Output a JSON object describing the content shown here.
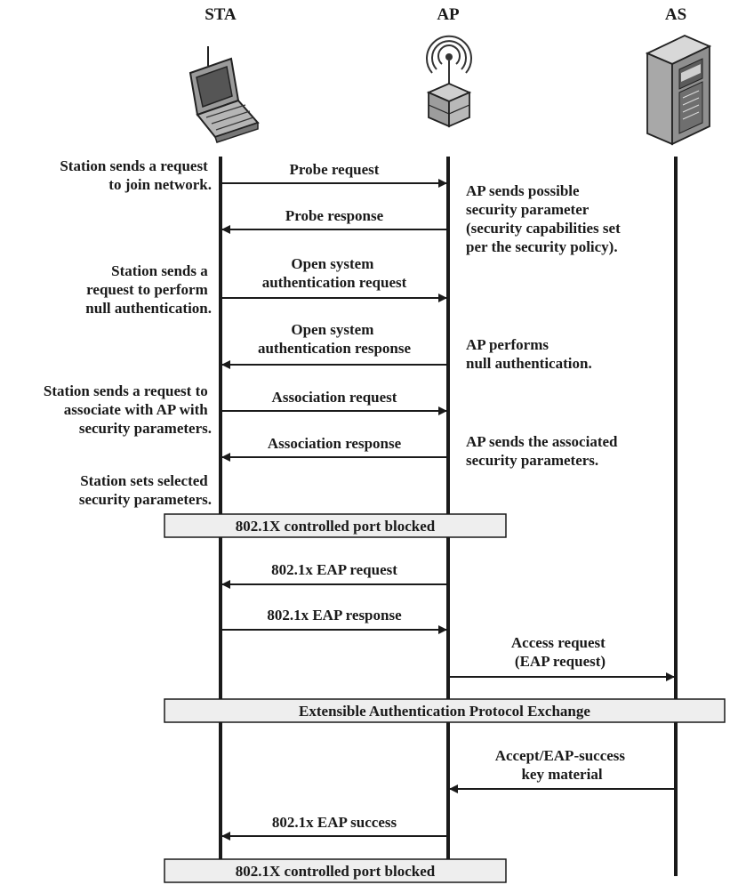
{
  "entities": [
    {
      "label": "STA",
      "icon": "laptop-icon"
    },
    {
      "label": "AP",
      "icon": "access-point-icon"
    },
    {
      "label": "AS",
      "icon": "server-icon"
    }
  ],
  "messages": [
    {
      "lines": [
        "Probe request"
      ]
    },
    {
      "lines": [
        "Probe response"
      ]
    },
    {
      "lines": [
        "Open system",
        "authentication request"
      ]
    },
    {
      "lines": [
        "Open system",
        "authentication  response"
      ]
    },
    {
      "lines": [
        "Association request"
      ]
    },
    {
      "lines": [
        "Association response"
      ]
    },
    {
      "lines": [
        "802.1x EAP request"
      ]
    },
    {
      "lines": [
        "802.1x EAP response"
      ]
    },
    {
      "lines": [
        "Access request",
        "(EAP request)"
      ]
    },
    {
      "lines": [
        "Accept/EAP-success",
        "key material"
      ]
    },
    {
      "lines": [
        "802.1x EAP success"
      ]
    }
  ],
  "left_notes": [
    {
      "lines": [
        "Station sends a request",
        "to join network."
      ]
    },
    {
      "lines": [
        "Station sends a",
        "request to perform",
        "null authentication."
      ]
    },
    {
      "lines": [
        "Station sends a request to",
        "associate with AP with",
        "security parameters."
      ]
    },
    {
      "lines": [
        "Station sets selected",
        "security parameters."
      ]
    }
  ],
  "right_notes": [
    {
      "lines": [
        "AP sends possible",
        "security parameter",
        "(security capabilities set",
        "per the security policy)."
      ]
    },
    {
      "lines": [
        "AP performs",
        "null authentication."
      ]
    },
    {
      "lines": [
        "AP sends the associated",
        "security parameters."
      ]
    }
  ],
  "bars": [
    {
      "label": "802.1X controlled port blocked"
    },
    {
      "label": "Extensible Authentication Protocol Exchange"
    },
    {
      "label": "802.1X controlled port blocked"
    }
  ]
}
